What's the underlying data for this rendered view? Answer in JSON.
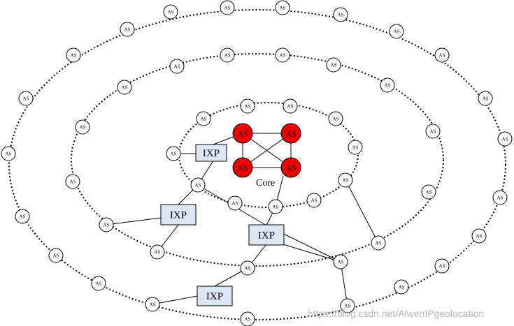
{
  "as_label": "AS",
  "ixp_label": "IXP",
  "core_label": "Core",
  "watermark": "https://blog.csdn.net/AlwenIPgeolocation",
  "colors": {
    "core_fill": "#ee0000",
    "ixp_fill": "#dde6f2",
    "ring_stroke": "#000000"
  },
  "diagram": {
    "rings": [
      "inner",
      "middle",
      "outer"
    ],
    "core": [
      "core-1",
      "core-2",
      "core-3",
      "core-4"
    ],
    "ixps": [
      "ixp-1",
      "ixp-2",
      "ixp-3",
      "ixp-4"
    ]
  }
}
